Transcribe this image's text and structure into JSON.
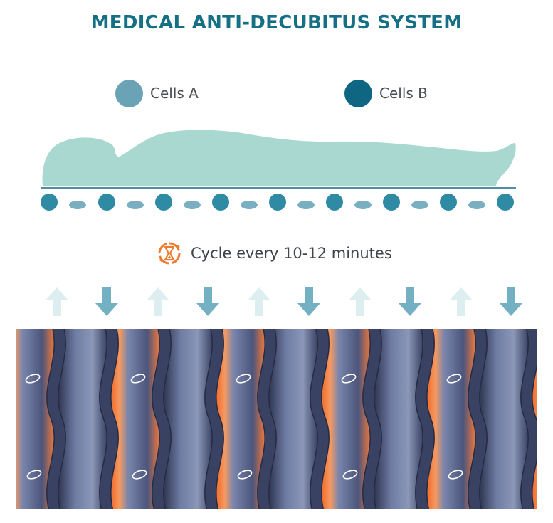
{
  "title": "MEDICAL ANTI-DECUBITUS SYSTEM",
  "legend": [
    {
      "label": "Cells A",
      "color": "#6aa3b5"
    },
    {
      "label": "Cells B",
      "color": "#0f6682"
    }
  ],
  "cycle": {
    "text": "Cycle every 10-12 minutes",
    "icon": "cycle-hourglass-icon",
    "icon_color": "#ef7a32"
  },
  "colors": {
    "title": "#156f85",
    "body_silhouette": "#a9d8d0",
    "arrow_up": "#dceef0",
    "arrow_down": "#74b0c3",
    "mattress_base": "#4e5a84",
    "mattress_highlight": "#ef7a32"
  }
}
